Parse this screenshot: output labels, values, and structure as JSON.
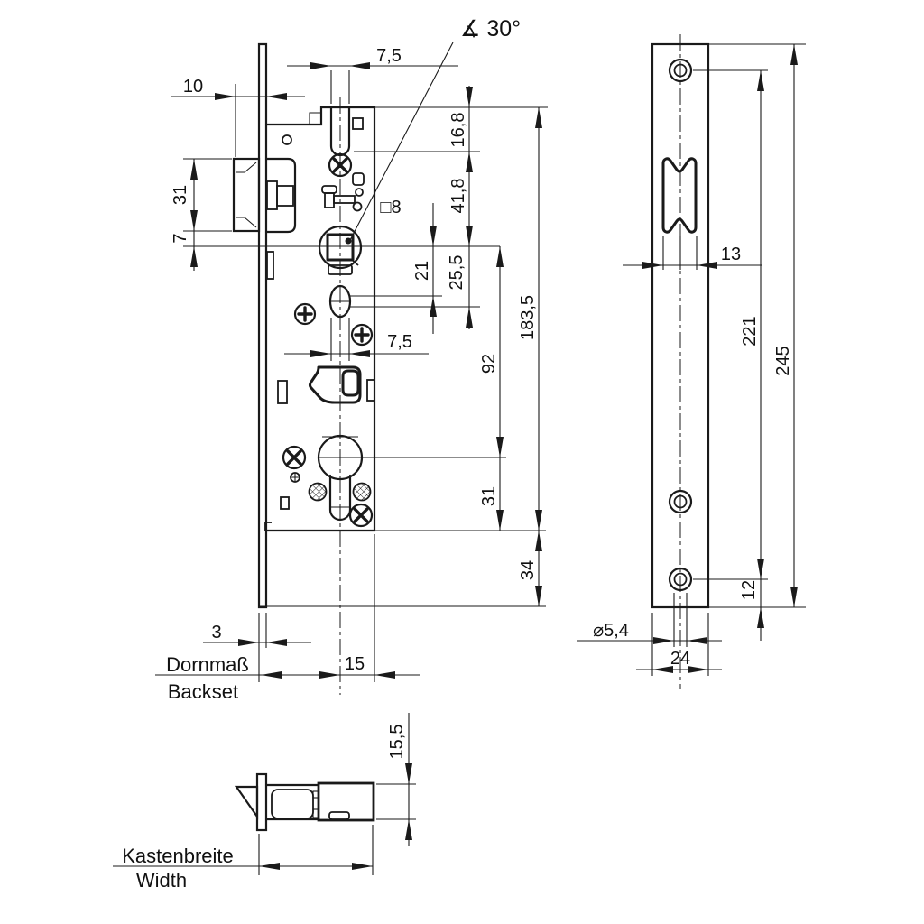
{
  "drawing": {
    "background_color": "#ffffff",
    "line_color": "#1a1a1a",
    "main_view": {
      "dims": {
        "d10": "10",
        "d75_top": "7,5",
        "angle30": "∡ 30°",
        "d168": "16,8",
        "d418": "41,8",
        "sq8": "□8",
        "d31_latch": "31",
        "d7": "7",
        "d21": "21",
        "d255": "25,5",
        "d1835": "183,5",
        "d92": "92",
        "d75_mid": "7,5",
        "d31_cyl": "31",
        "d34": "34",
        "d3": "3",
        "d15": "15",
        "backset_de": "Dornmaß",
        "backset_en": "Backset"
      }
    },
    "faceplate_view": {
      "dims": {
        "d13": "13",
        "d221": "221",
        "d245": "245",
        "d12": "12",
        "dia54": "⌀5,4",
        "d24": "24"
      }
    },
    "bottom_view": {
      "dims": {
        "d155": "15,5",
        "width_de": "Kastenbreite",
        "width_en": "Width"
      }
    }
  }
}
